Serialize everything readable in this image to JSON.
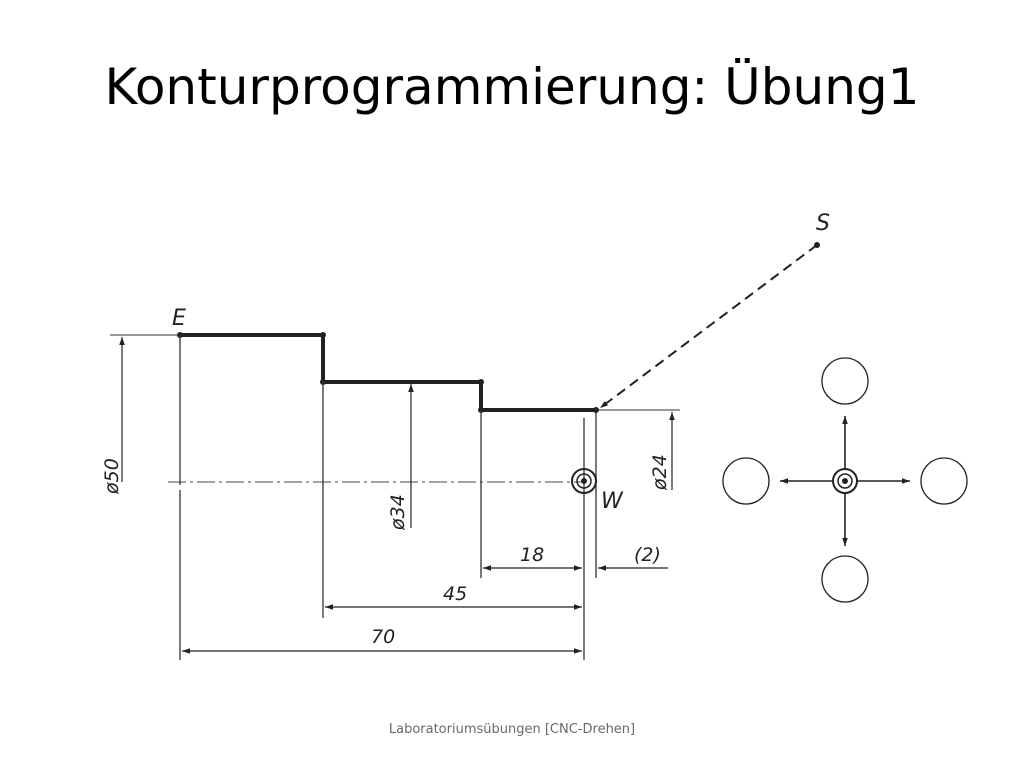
{
  "slide": {
    "title": "Konturprogrammierung: Übung1",
    "footer": "Laboratoriumsübungen [CNC-Drehen]"
  },
  "drawing": {
    "points": {
      "start": "S",
      "end": "E",
      "workpiece_zero": "W"
    },
    "diameters": {
      "d50": "ø50",
      "d34": "ø34",
      "d24": "ø24"
    },
    "lengths": {
      "l18": "18",
      "l2": "(2)",
      "l45": "45",
      "l70": "70"
    }
  }
}
